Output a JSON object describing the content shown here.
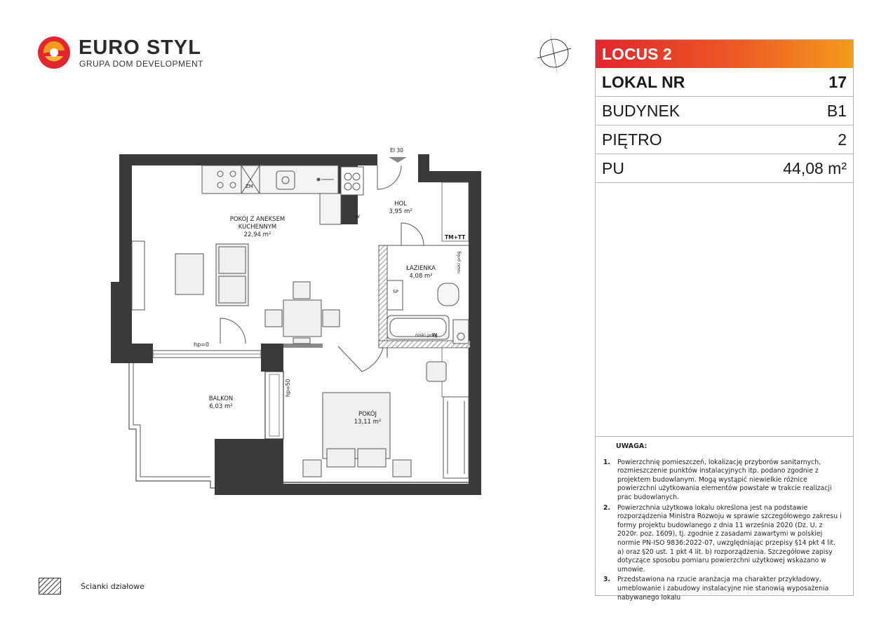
{
  "brand": {
    "name": "EURO STYL",
    "subtitle": "GRUPA DOM DEVELOPMENT",
    "colors": {
      "red": "#e3262e",
      "orange": "#f39b1c"
    }
  },
  "project": "LOCUS 2",
  "unit": {
    "lokal_label": "LOKAL NR",
    "lokal_value": "17",
    "budynek_label": "BUDYNEK",
    "budynek_value": "B1",
    "pietro_label": "PIĘTRO",
    "pietro_value": "2",
    "pu_label": "PU",
    "pu_value": "44,08 m²"
  },
  "rooms": {
    "living_name_1": "POKÓJ Z ANEKSEM",
    "living_name_2": "KUCHENNYM",
    "living_area": "22,94 m²",
    "hall_name": "HOL",
    "hall_area": "3,95 m²",
    "bath_name": "ŁAZIENKA",
    "bath_area": "4,08 m²",
    "bedroom_name": "POKÓJ",
    "bedroom_area": "13,11 m²",
    "balcony_name": "BALKON",
    "balcony_area": "6,03 m²"
  },
  "plan_labels": {
    "door_rating": "EI 30",
    "zm": "ZM",
    "w1": "W",
    "w2": "W",
    "tm_tt": "TM+TT",
    "hp0": "hp=0",
    "hp50": "hp=50",
    "niski_prog_1": "niski próg",
    "niski_prog_2": "niski próg",
    "sp_label": "SP"
  },
  "notes": {
    "title": "UWAGA:",
    "items": [
      {
        "num": "1.",
        "text": "Powierzchnię pomieszczeń, lokalizację przyborów sanitarnych, rozmieszczenie punktów instalacyjnych itp. podano zgodnie z projektem budowlanym. Mogą wystąpić niewielkie różnice powierzchni użytkowania elementów powstałe w trakcie realizacji prac budowlanych."
      },
      {
        "num": "2.",
        "text": "Powierzchnia użytkowa lokalu określona jest na podstawie rozporządzenia Ministra Rozwoju w sprawie szczegółowego zakresu i formy projektu budowlanego z dnia 11 września 2020 (Dz. U. z 2020r. poz. 1609), tj. zgodnie z zasadami zawartymi w polskiej normie PN-ISO 9836:2022-07, uwzględniając przepisy §14 pkt 4 lit. a) oraz §20 ust. 1 pkt 4 lit. b) rozporządzenia. Szczegółowe zapisy dotyczące sposobu pomiaru powierzchni użytkowej wskazano w umowie."
      },
      {
        "num": "3.",
        "text": "Przedstawiona na rzucie aranżacja ma charakter przykładowy, umeblowanie i zabudowy instalacyjne nie stanowią wyposażenia nabywanego lokalu"
      }
    ]
  },
  "legend": {
    "label": "Ścianki działowe"
  },
  "icons": {
    "compass": "north-arrow-icon",
    "logo": "eurostyl-logo-icon"
  }
}
